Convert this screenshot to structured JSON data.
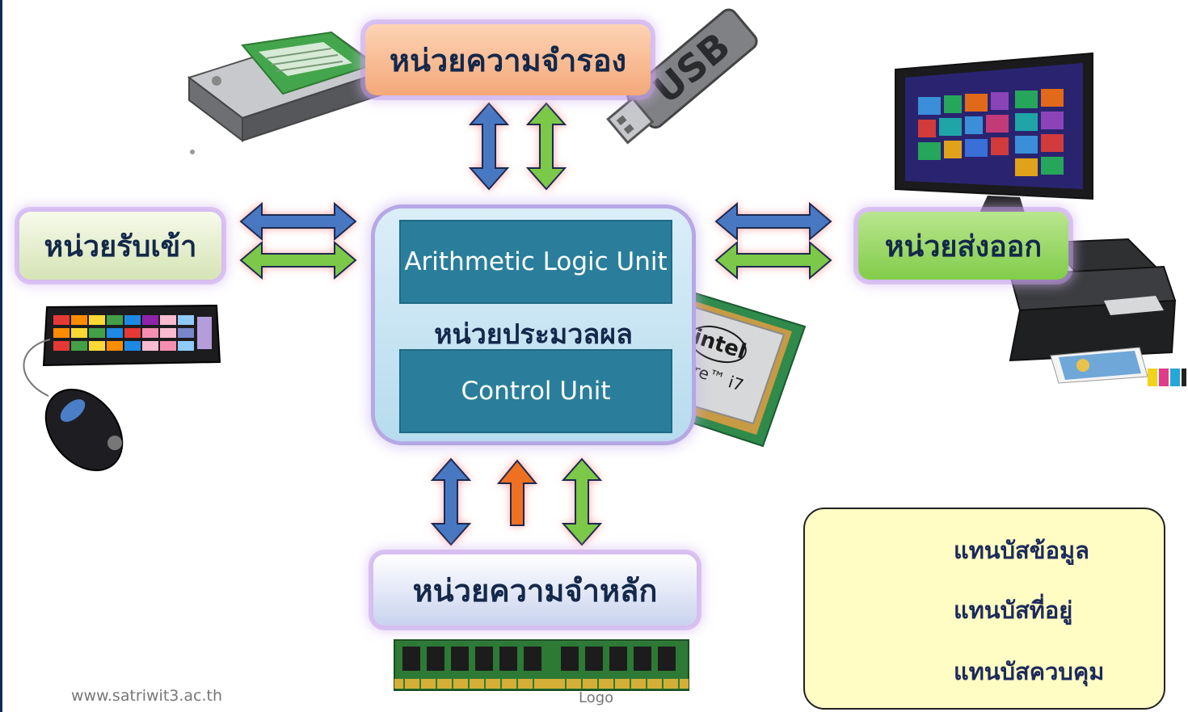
{
  "diagram": {
    "units": {
      "storage": "หน่วยความจำรอง",
      "input": "หน่วยรับเข้า",
      "output": "หน่วยส่งออก",
      "main_memory": "หน่วยความจำหลัก"
    },
    "cpu": {
      "alu": "Arithmetic Logic Unit",
      "processing_unit": "หน่วยประมวลผล",
      "control_unit": "Control Unit"
    },
    "devices": {
      "usb_label": "USB",
      "chip_brand": "intel",
      "chip_model": "Core™ i7"
    }
  },
  "legend": [
    {
      "label": "แทนบัสข้อมูล",
      "color": "#4a78c2"
    },
    {
      "label": "แทนบัสที่อยู่",
      "color": "#f07020"
    },
    {
      "label": "แทนบัสควบคุม",
      "color": "#7cc84a"
    }
  ],
  "colors": {
    "data_bus": "#4a78c2",
    "address_bus": "#f07020",
    "control_bus": "#7cc84a",
    "cpu_block": "#2a7e9b"
  },
  "footer": {
    "url": "www.satriwit3.ac.th",
    "logo": "Logo"
  }
}
